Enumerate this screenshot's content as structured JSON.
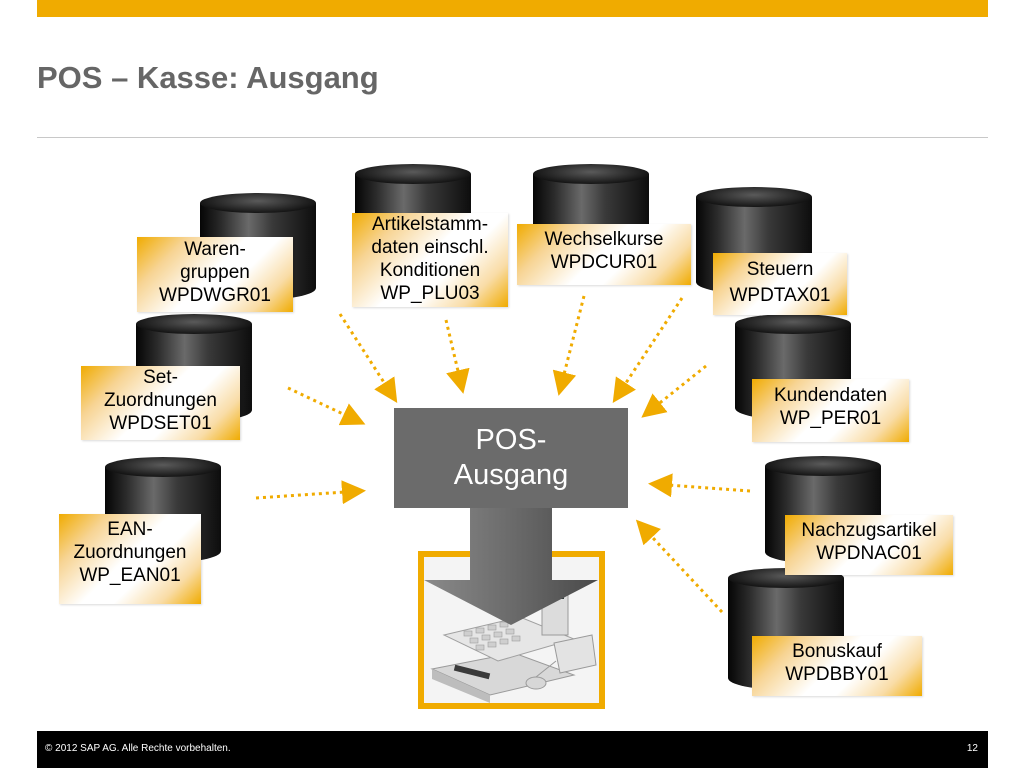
{
  "slide": {
    "title": "POS – Kasse: Ausgang",
    "accent_color": "#f0ab00",
    "center_box": {
      "lines": [
        "POS-",
        "Ausgang"
      ]
    },
    "register_image": {
      "description_icon": "cash-register-icon"
    },
    "sources": [
      {
        "id": "wpdwgr01",
        "lines": [
          "Waren-",
          "gruppen",
          "WPDWGR01"
        ]
      },
      {
        "id": "wp-plu03",
        "lines": [
          "Artikelstamm-",
          "daten einschl.",
          "Konditionen",
          "WP_PLU03"
        ]
      },
      {
        "id": "wpdcur01",
        "lines": [
          "Wechselkurse",
          "WPDCUR01"
        ]
      },
      {
        "id": "wpdtax01",
        "lines": [
          "Steuern",
          "WPDTAX01"
        ]
      },
      {
        "id": "wpdset01",
        "lines": [
          "Set-",
          "Zuordnungen",
          "WPDSET01"
        ]
      },
      {
        "id": "wp-per01",
        "lines": [
          "Kundendaten",
          "WP_PER01"
        ]
      },
      {
        "id": "wp-ean01",
        "lines": [
          "EAN-",
          "Zuordnungen",
          "WP_EAN01"
        ]
      },
      {
        "id": "wpdnac01",
        "lines": [
          "Nachzugsartikel",
          "WPDNAC01"
        ]
      },
      {
        "id": "wpdbby01",
        "lines": [
          "Bonuskauf",
          "WPDBBY01"
        ]
      }
    ]
  },
  "footer": {
    "copyright": "© 2012 SAP AG. Alle Rechte vorbehalten.",
    "page_number": "12"
  }
}
